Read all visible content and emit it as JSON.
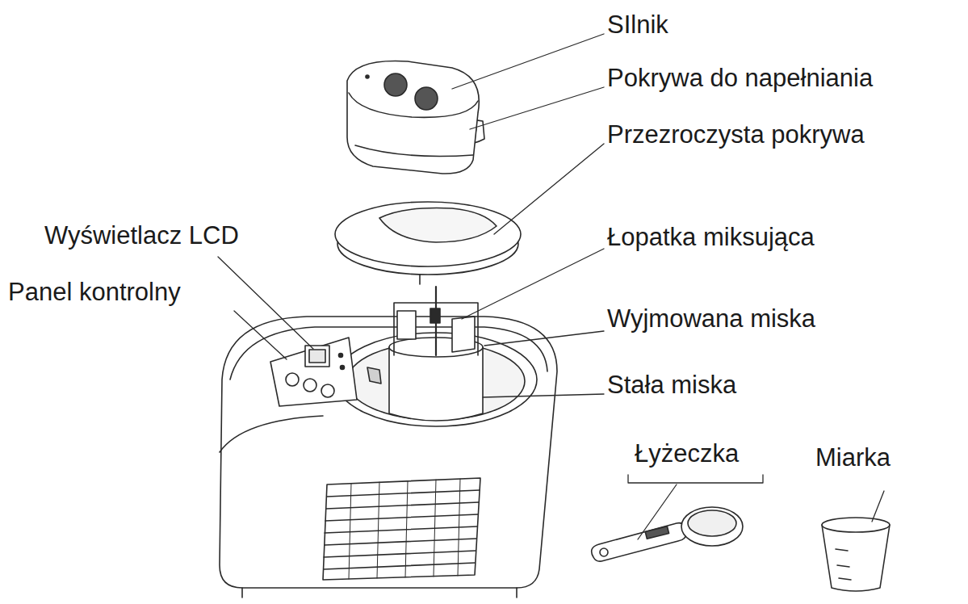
{
  "diagram": {
    "labels": [
      "SIlnik",
      "Pokrywa do napełniania",
      "Przezroczysta pokrywa",
      "Wyświetlacz LCD",
      "Łopatka miksująca",
      "Panel kontrolny",
      "Wyjmowana miska",
      "Stała miska",
      "Łyżeczka",
      "Miarka"
    ]
  }
}
